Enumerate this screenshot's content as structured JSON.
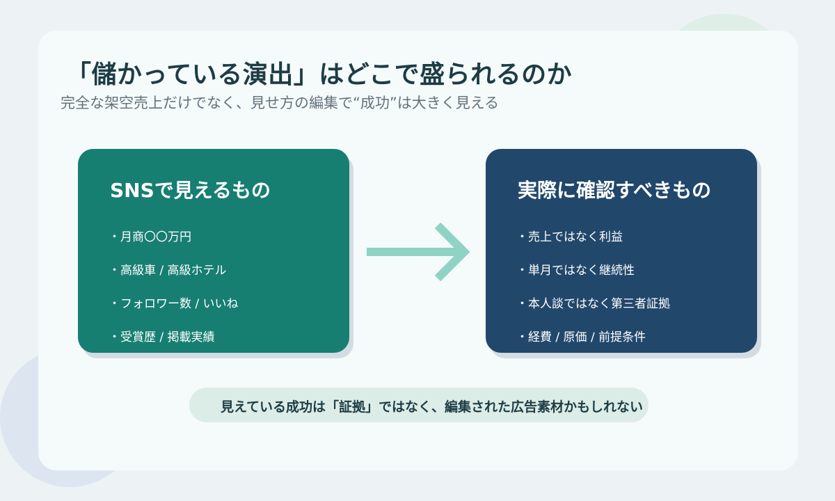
{
  "title": "「儲かっている演出」はどこで盛られるのか",
  "subtitle": "完全な架空売上だけでなく、見せ方の編集で“成功”は大きく見える",
  "left_box": {
    "heading": "SNSで見えるもの",
    "color": "#177e72",
    "items": [
      {
        "label": "月商〇〇万円"
      },
      {
        "label": "高級車 / 高級ホテル"
      },
      {
        "label": "フォロワー数 / いいね"
      },
      {
        "label": "受賞歴 / 掲載実績"
      }
    ]
  },
  "right_box": {
    "heading": "実際に確認すべきもの",
    "color": "#21486b",
    "items": [
      {
        "label": "売上ではなく利益"
      },
      {
        "label": "単月ではなく継続性"
      },
      {
        "label": "本人談ではなく第三者証拠"
      },
      {
        "label": "経費 / 原価 / 前提条件"
      }
    ]
  },
  "arrow": {
    "icon": "arrow-right-icon",
    "color": "#8fd3c5"
  },
  "conclusion": "見えている成功は「証拠」ではなく、編集された広告素材かもしれない"
}
